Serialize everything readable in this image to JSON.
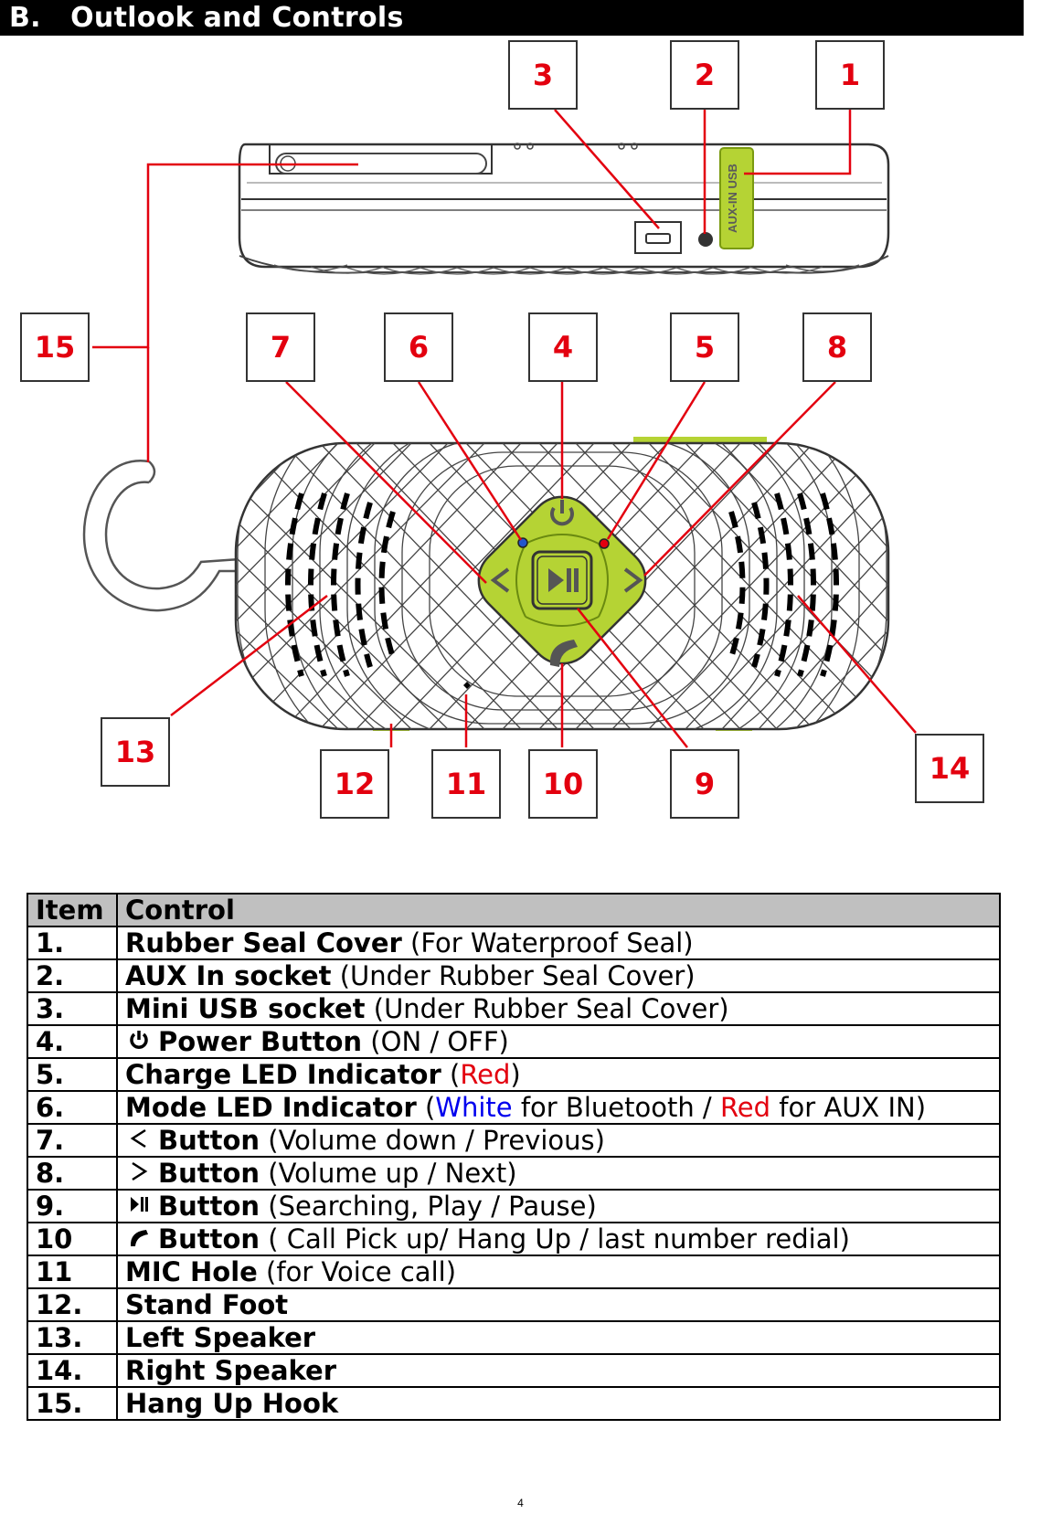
{
  "section": {
    "letter": "B.",
    "title": "Outlook and Controls"
  },
  "callouts": {
    "c1": "1",
    "c2": "2",
    "c3": "3",
    "c4": "4",
    "c5": "5",
    "c6": "6",
    "c7": "7",
    "c8": "8",
    "c9": "9",
    "c10": "10",
    "c11": "11",
    "c12": "12",
    "c13": "13",
    "c14": "14",
    "c15": "15"
  },
  "device_labels": {
    "usb": "USB",
    "aux": "AUX-IN"
  },
  "table": {
    "header": {
      "item": "Item",
      "control": "Control"
    },
    "rows": [
      {
        "item": "1.",
        "name": "Rubber Seal Cover",
        "desc": " (For Waterproof Seal)"
      },
      {
        "item": "2.",
        "name": "AUX In socket",
        "desc": " (Under Rubber Seal Cover)"
      },
      {
        "item": "3.",
        "name": "Mini USB socket",
        "desc": " (Under Rubber Seal Cover)"
      },
      {
        "item": "4.",
        "icon": "power-icon",
        "name": "Power Button",
        "desc": " (ON / OFF)"
      },
      {
        "item": "5.",
        "name": "Charge LED Indicator",
        "desc_a": " (",
        "desc_red": "Red",
        "desc_b": ")"
      },
      {
        "item": "6.",
        "name": "Mode LED Indicator",
        "desc_a": " (",
        "desc_blue": "White",
        "desc_b": " for Bluetooth / ",
        "desc_red": "Red",
        "desc_c": " for AUX IN)"
      },
      {
        "item": "7.",
        "icon": "chevron-left-icon",
        "name": "Button",
        "desc": " (Volume down / Previous)"
      },
      {
        "item": "8.",
        "icon": "chevron-right-icon",
        "name": "Button",
        "desc": " (Volume up / Next)"
      },
      {
        "item": "9.",
        "icon": "play-pause-icon",
        "name": "Button",
        "desc": " (Searching, Play / Pause)"
      },
      {
        "item": "10",
        "icon": "phone-icon",
        "name": "Button",
        "desc": " ( Call Pick up/ Hang Up / last number redial)"
      },
      {
        "item": "11",
        "name": "MIC Hole",
        "desc": " (for Voice call)"
      },
      {
        "item": "12.",
        "name": "Stand Foot",
        "desc": ""
      },
      {
        "item": "13.",
        "name": "Left Speaker",
        "desc": ""
      },
      {
        "item": "14.",
        "name": "Right Speaker",
        "desc": ""
      },
      {
        "item": "15.",
        "name": "Hang Up Hook",
        "desc": ""
      }
    ]
  },
  "page_number": "4",
  "colors": {
    "accent_green": "#b5d334",
    "callout_red": "#e3000f",
    "led_blue": "#2255cc"
  }
}
